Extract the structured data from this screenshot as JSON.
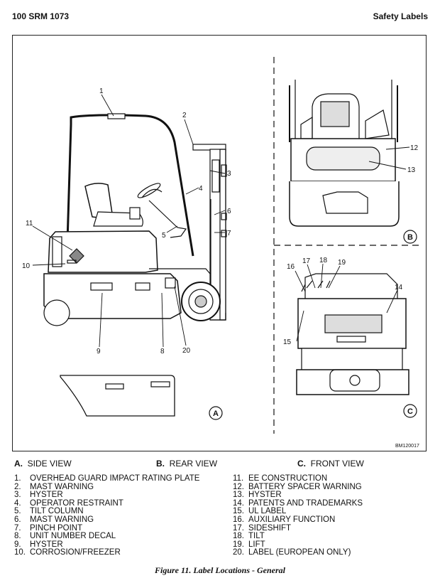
{
  "header": {
    "doc_number": "100 SRM 1073",
    "section": "Safety Labels"
  },
  "figure_id": "BM120017",
  "views": {
    "a": {
      "letter": "A.",
      "title": "SIDE VIEW",
      "circle": "A"
    },
    "b": {
      "letter": "B.",
      "title": "REAR VIEW",
      "circle": "B"
    },
    "c": {
      "letter": "C.",
      "title": "FRONT VIEW",
      "circle": "C"
    }
  },
  "callouts": [
    "1",
    "2",
    "3",
    "4",
    "5",
    "6",
    "7",
    "8",
    "9",
    "10",
    "11",
    "12",
    "13",
    "14",
    "15",
    "16",
    "17",
    "18",
    "19",
    "20"
  ],
  "legend_left": [
    {
      "num": "1.",
      "text": "OVERHEAD GUARD IMPACT RATING PLATE"
    },
    {
      "num": "2.",
      "text": "MAST WARNING"
    },
    {
      "num": "3.",
      "text": "HYSTER"
    },
    {
      "num": "4.",
      "text": "OPERATOR RESTRAINT"
    },
    {
      "num": "5.",
      "text": "TILT COLUMN"
    },
    {
      "num": "6.",
      "text": "MAST WARNING"
    },
    {
      "num": "7.",
      "text": "PINCH POINT"
    },
    {
      "num": "8.",
      "text": "UNIT NUMBER DECAL"
    },
    {
      "num": "9.",
      "text": "HYSTER"
    },
    {
      "num": "10.",
      "text": "CORROSION/FREEZER"
    }
  ],
  "legend_right": [
    {
      "num": "11.",
      "text": "EE CONSTRUCTION"
    },
    {
      "num": "12.",
      "text": "BATTERY SPACER WARNING"
    },
    {
      "num": "13.",
      "text": "HYSTER"
    },
    {
      "num": "14.",
      "text": "PATENTS AND TRADEMARKS"
    },
    {
      "num": "15.",
      "text": "UL LABEL"
    },
    {
      "num": "16.",
      "text": "AUXILIARY FUNCTION"
    },
    {
      "num": "17.",
      "text": "SIDESHIFT"
    },
    {
      "num": "18.",
      "text": "TILT"
    },
    {
      "num": "19.",
      "text": "LIFT"
    },
    {
      "num": "20.",
      "text": "LABEL (EUROPEAN ONLY)"
    }
  ],
  "caption": "Figure 11.  Label Locations - General"
}
